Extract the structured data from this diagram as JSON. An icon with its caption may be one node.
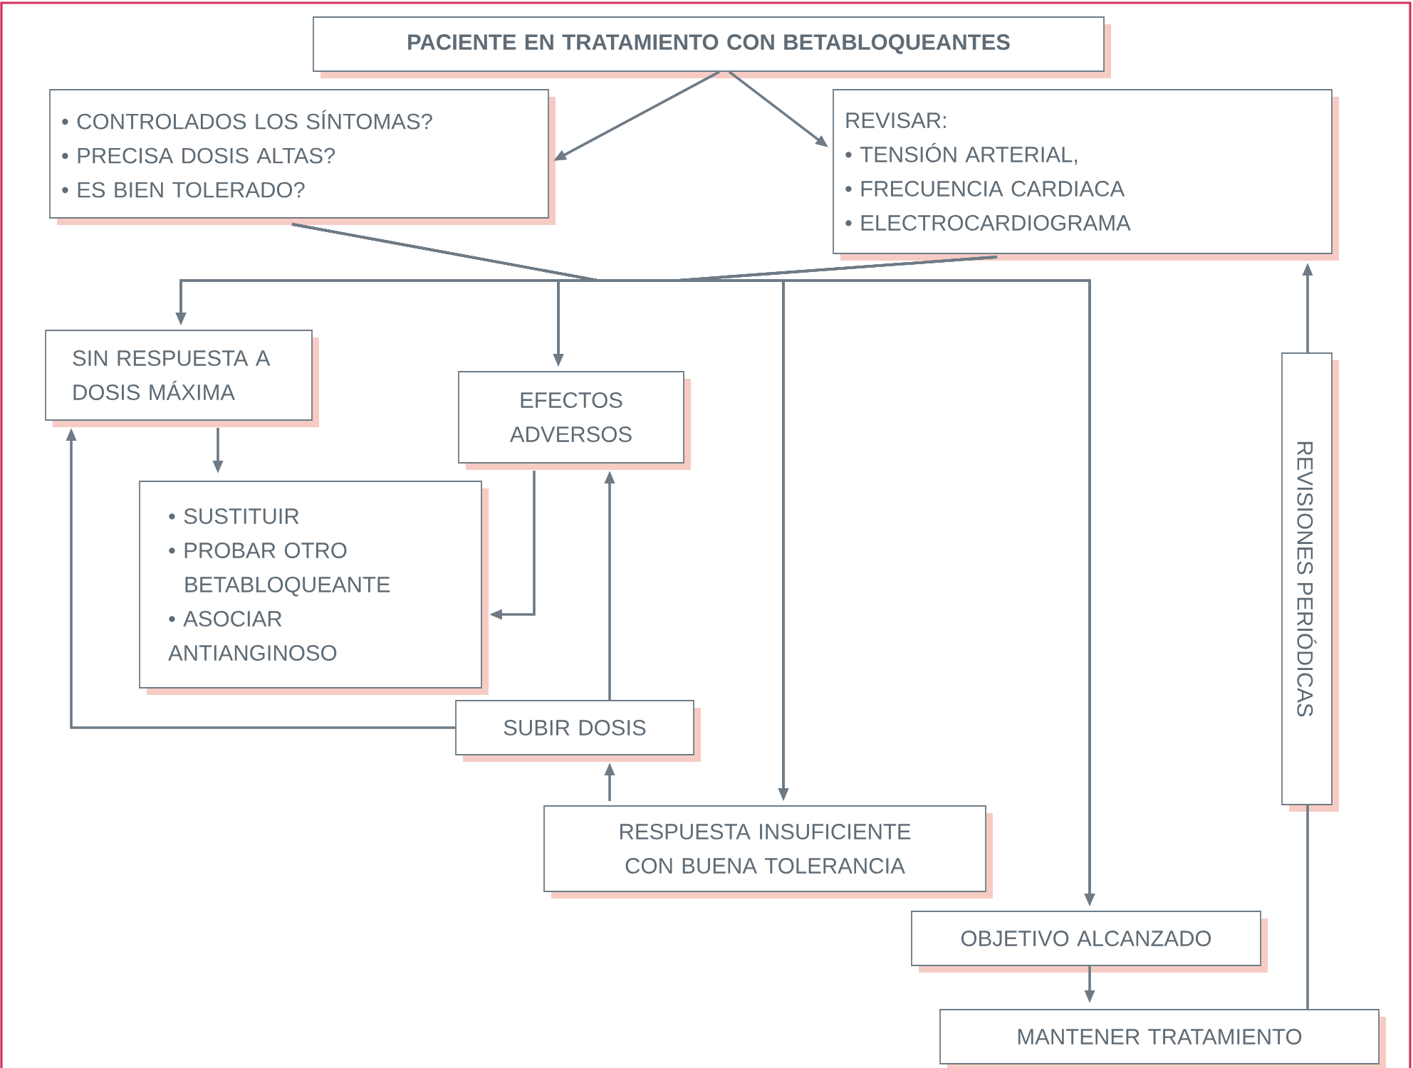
{
  "diagram": {
    "nodes": [
      {
        "text": [
          "PACIENTE EN TRATAMIENTO CON BETABLOQUEANTES"
        ]
      },
      {
        "text": [
          "• CONTROLADOS LOS SÍNTOMAS?",
          "• PRECISA DOSIS ALTAS?",
          "• ES BIEN TOLERADO?"
        ]
      },
      {
        "text": [
          "REVISAR:",
          "• TENSIÓN ARTERIAL,",
          "• FRECUENCIA CARDIACA",
          "• ELECTROCARDIOGRAMA"
        ]
      },
      {
        "text": [
          "SIN RESPUESTA A DOSIS MÁXIMA"
        ]
      },
      {
        "text": [
          "EFECTOS ADVERSOS"
        ]
      },
      {
        "text": [
          "• SUSTITUIR",
          "• PROBAR OTRO BETABLOQUEANTE",
          "• ASOCIAR ANTIANGINOSO"
        ]
      },
      {
        "text": [
          "SUBIR DOSIS"
        ]
      },
      {
        "text": [
          "RESPUESTA INSUFICIENTE CON BUENA TOLERANCIA"
        ]
      },
      {
        "text": [
          "OBJETIVO ALCANZADO"
        ]
      },
      {
        "text": [
          "MANTENER TRATAMIENTO"
        ]
      },
      {
        "text": [
          "REVISIONES PERIÓDICAS"
        ]
      }
    ],
    "edges": [
      {
        "from": 0,
        "to": 1,
        "arrow": "to"
      },
      {
        "from": 0,
        "to": 2,
        "arrow": "to"
      },
      {
        "from": 1,
        "to": 3,
        "arrow": "to"
      },
      {
        "from": 1,
        "to": 4,
        "arrow": "to"
      },
      {
        "from": 1,
        "to": 7,
        "arrow": "to"
      },
      {
        "from": 1,
        "to": 8,
        "arrow": "to"
      },
      {
        "from": 2,
        "to": 3,
        "arrow": "to"
      },
      {
        "from": 2,
        "to": 4,
        "arrow": "to"
      },
      {
        "from": 2,
        "to": 7,
        "arrow": "to"
      },
      {
        "from": 2,
        "to": 8,
        "arrow": "to"
      },
      {
        "from": 3,
        "to": 5,
        "arrow": "to"
      },
      {
        "from": 4,
        "to": 5,
        "arrow": "to"
      },
      {
        "from": 6,
        "to": 3,
        "arrow": "to"
      },
      {
        "from": 6,
        "to": 4,
        "arrow": "to"
      },
      {
        "from": 7,
        "to": 6,
        "arrow": "to"
      },
      {
        "from": 8,
        "to": 9,
        "arrow": "to"
      },
      {
        "from": 9,
        "to": 10,
        "arrow": "none"
      },
      {
        "from": 10,
        "to": 2,
        "arrow": "to"
      }
    ]
  }
}
